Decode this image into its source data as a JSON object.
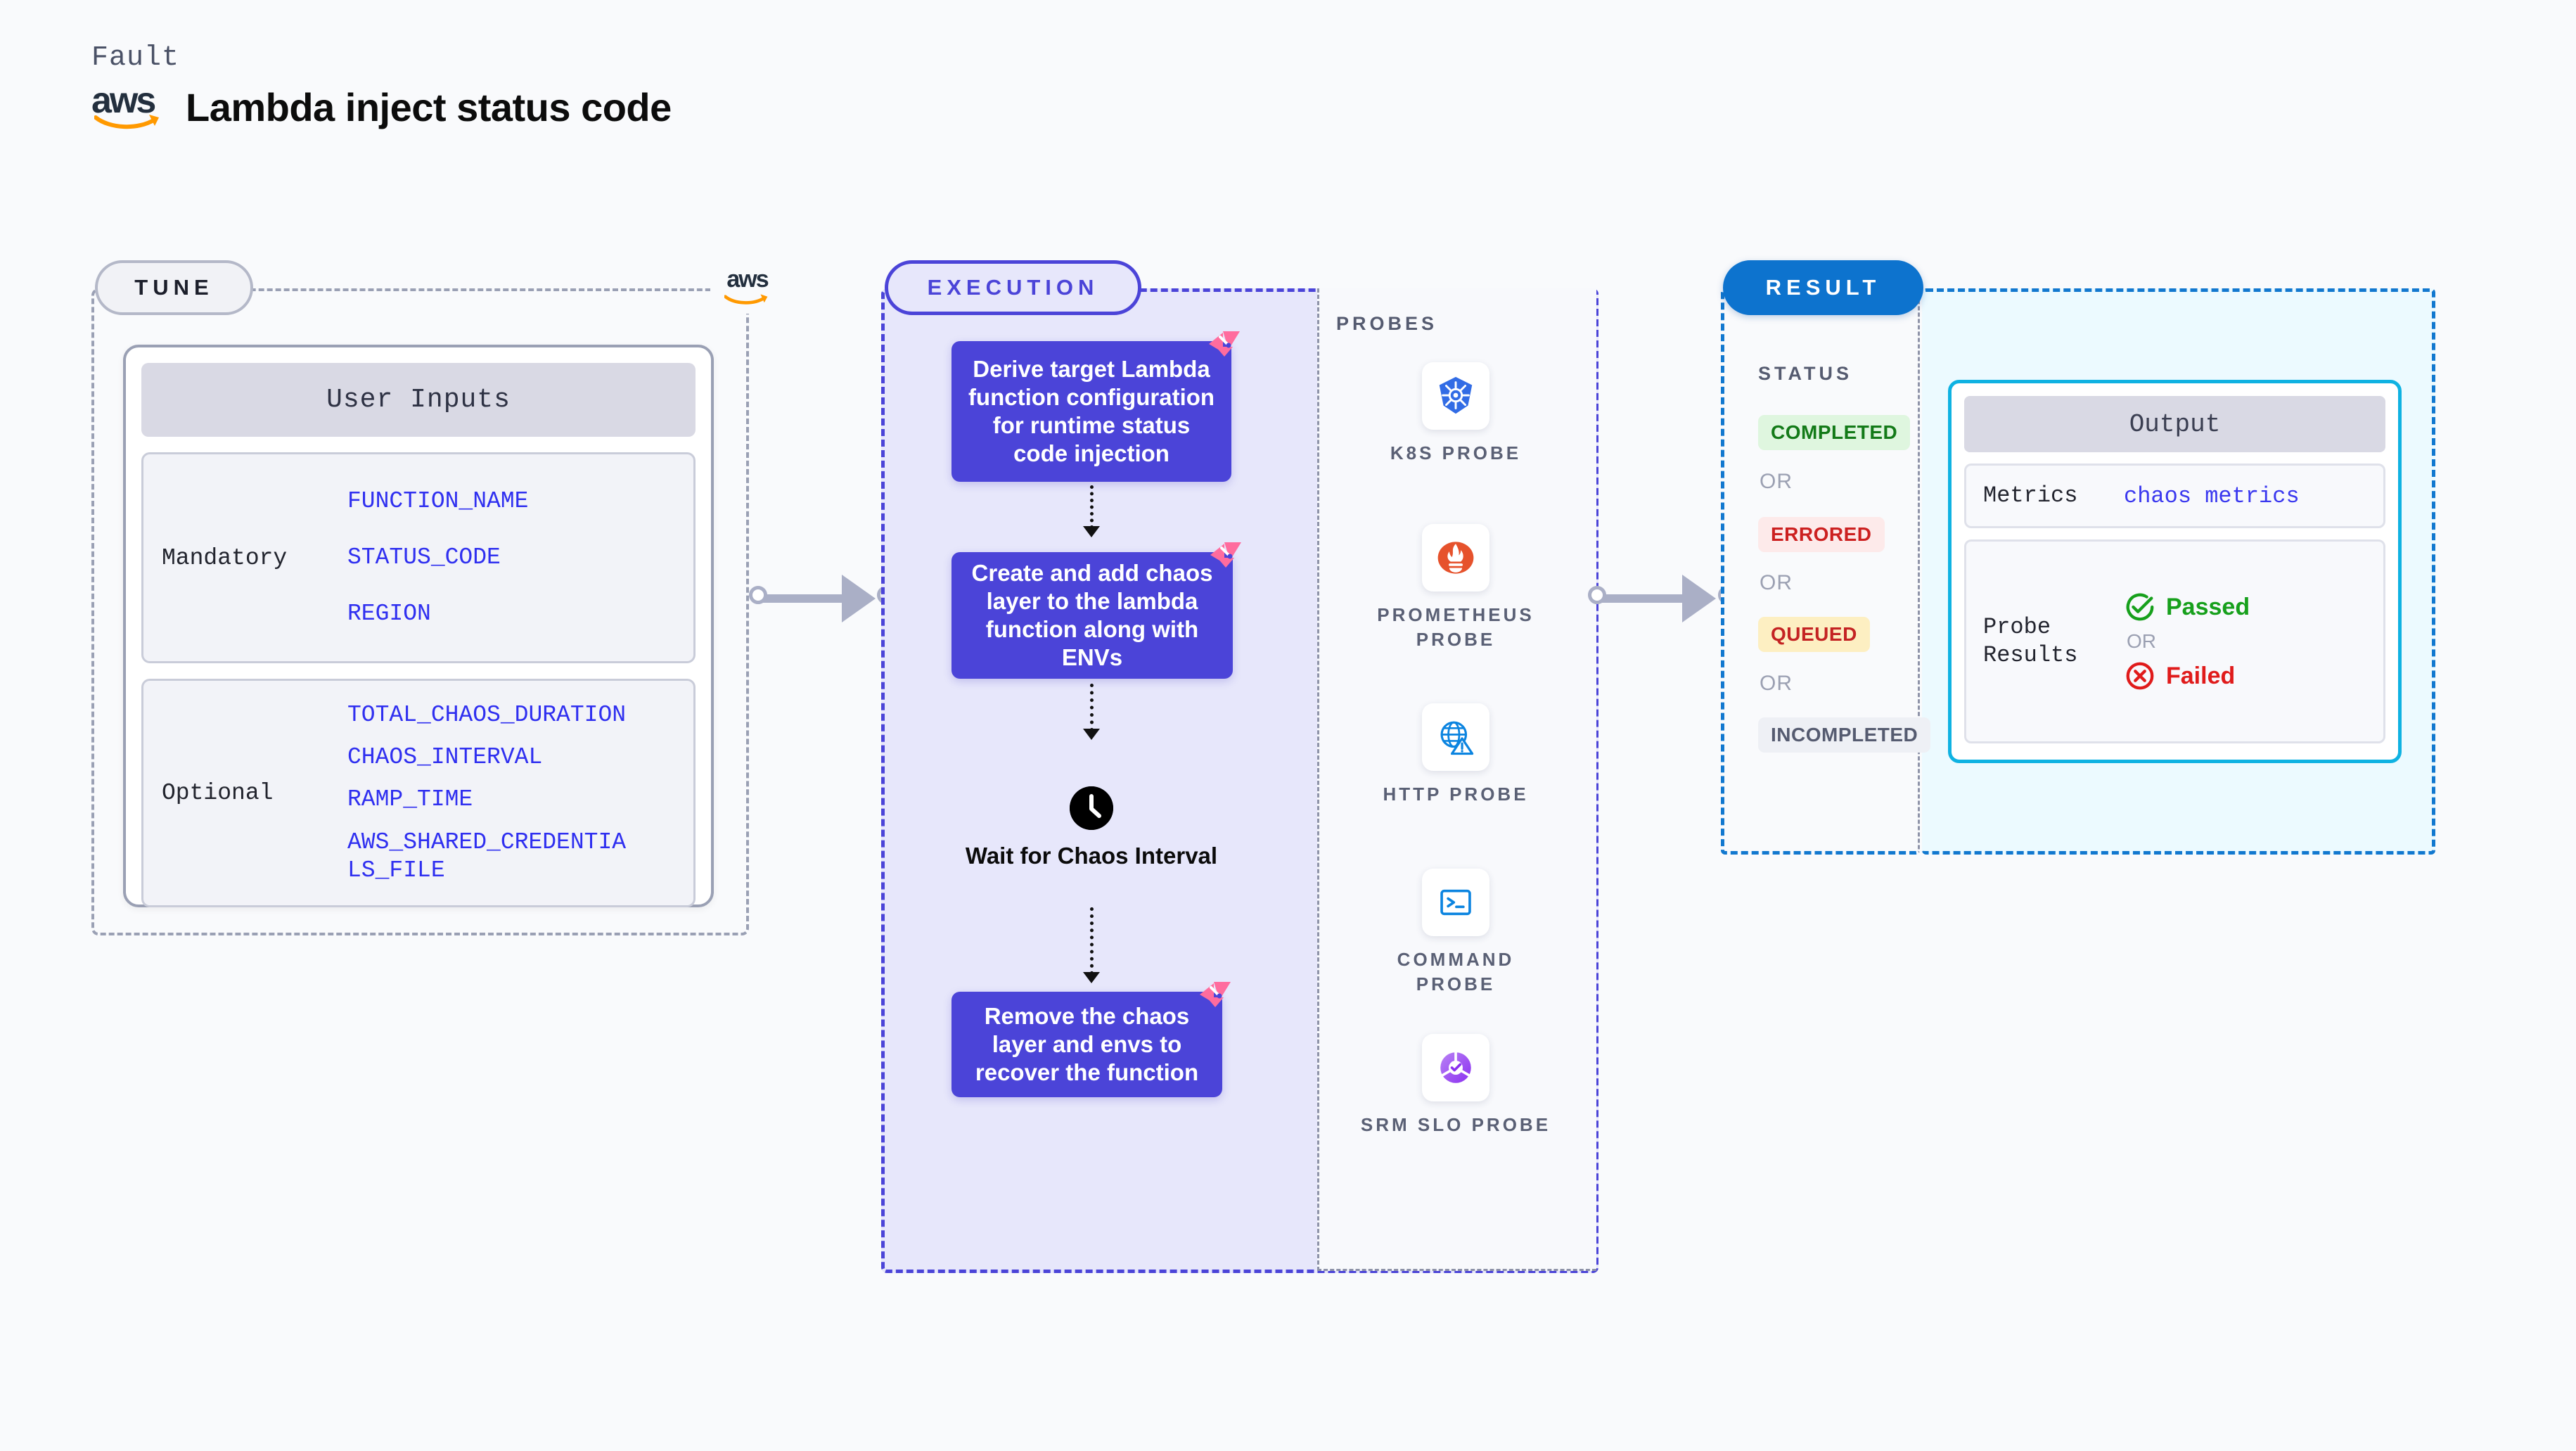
{
  "header": {
    "fault_label": "Fault",
    "title": "Lambda inject status code",
    "logo": "aws-logo"
  },
  "tune": {
    "pill_label": "TUNE",
    "card_title": "User Inputs",
    "aws_badge": "aws-logo",
    "groups": [
      {
        "label": "Mandatory",
        "values": [
          "FUNCTION_NAME",
          "STATUS_CODE",
          "REGION"
        ]
      },
      {
        "label": "Optional",
        "values": [
          "TOTAL_CHAOS_DURATION",
          "CHAOS_INTERVAL",
          "RAMP_TIME",
          "AWS_SHARED_CREDENTIALS_FILE"
        ]
      }
    ]
  },
  "execution": {
    "pill_label": "EXECUTION",
    "steps": [
      {
        "text": "Derive target Lambda function configuration for runtime status code injection",
        "marker": "litmus-mark"
      },
      {
        "text": "Create and add chaos layer to the lambda function along with ENVs",
        "marker": "litmus-mark"
      },
      {
        "text": "Wait for Chaos Interval",
        "marker": "clock-icon"
      },
      {
        "text": "Remove the chaos layer and envs to recover the function",
        "marker": "litmus-mark"
      }
    ]
  },
  "probes": {
    "title": "PROBES",
    "items": [
      {
        "label": "K8S PROBE",
        "icon": "kubernetes-icon"
      },
      {
        "label": "PROMETHEUS PROBE",
        "icon": "prometheus-icon"
      },
      {
        "label": "HTTP PROBE",
        "icon": "http-globe-icon"
      },
      {
        "label": "COMMAND PROBE",
        "icon": "terminal-icon"
      },
      {
        "label": "SRM SLO PROBE",
        "icon": "srm-slo-icon"
      }
    ]
  },
  "result": {
    "pill_label": "RESULT",
    "status_title": "STATUS",
    "or_label": "OR",
    "statuses": [
      {
        "label": "COMPLETED",
        "color": "#137a18",
        "bg": "#dff6df"
      },
      {
        "label": "ERRORED",
        "color": "#cc2020",
        "bg": "#fdeaea"
      },
      {
        "label": "QUEUED",
        "color": "#c42323",
        "bg": "#fdefc2"
      },
      {
        "label": "INCOMPLETED",
        "color": "#555b70",
        "bg": "#eef0f5"
      }
    ],
    "output": {
      "title": "Output",
      "metrics_key": "Metrics",
      "metrics_value": "chaos metrics",
      "probe_results_key": "Probe Results",
      "passed_label": "Passed",
      "failed_label": "Failed",
      "or_label": "OR",
      "passed_color": "#17a01c",
      "failed_color": "#e01b1b"
    }
  },
  "colors": {
    "accent_purple": "#4b44d8",
    "accent_blue": "#0d73ce",
    "accent_cyan": "#0fb2e2",
    "litmus_pink": "#ff6c9e",
    "page_bg": "#f9fafc"
  }
}
